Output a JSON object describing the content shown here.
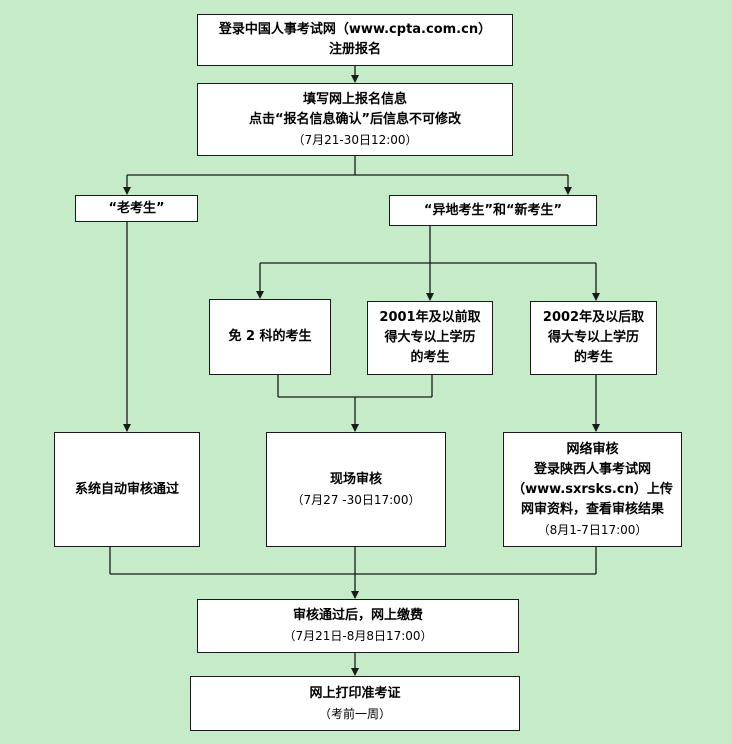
{
  "colors": {
    "background": "#c6ebc9",
    "box_fill": "#ffffff",
    "box_border": "#1a1a1a",
    "connector": "#1a1a1a"
  },
  "flowchart": {
    "register": {
      "line1": "登录中国人事考试网（www.cpta.com.cn）",
      "line2": "注册报名"
    },
    "fill_info": {
      "line1": "填写网上报名信息",
      "line2": "点击“报名信息确认”后信息不可修改",
      "line3": "（7月21-30日12:00）"
    },
    "old_candidate": {
      "label": "“老考生”"
    },
    "other_candidate": {
      "label": "“异地考生”和“新考生”"
    },
    "exempt_two": {
      "label": "免 2 科的考生"
    },
    "before_2001": {
      "line1": "2001年及以前取",
      "line2": "得大专以上学历",
      "line3": "的考生"
    },
    "after_2002": {
      "line1": "2002年及以后取",
      "line2": "得大专以上学历",
      "line3": "的考生"
    },
    "auto_review": {
      "label": "系统自动审核通过"
    },
    "onsite_review": {
      "line1": "现场审核",
      "line2": "（7月27 -30日17:00）"
    },
    "online_review": {
      "line1": "网络审核",
      "line2": "登录陕西人事考试网",
      "line3": "（www.sxrsks.cn）上传",
      "line4": "网审资料，查看审核结果",
      "line5": "（8月1-7日17:00）"
    },
    "payment": {
      "line1": "审核通过后，网上缴费",
      "line2": "（7月21日-8月8日17:00）"
    },
    "print_ticket": {
      "line1": "网上打印准考证",
      "line2": "（考前一周）"
    }
  }
}
